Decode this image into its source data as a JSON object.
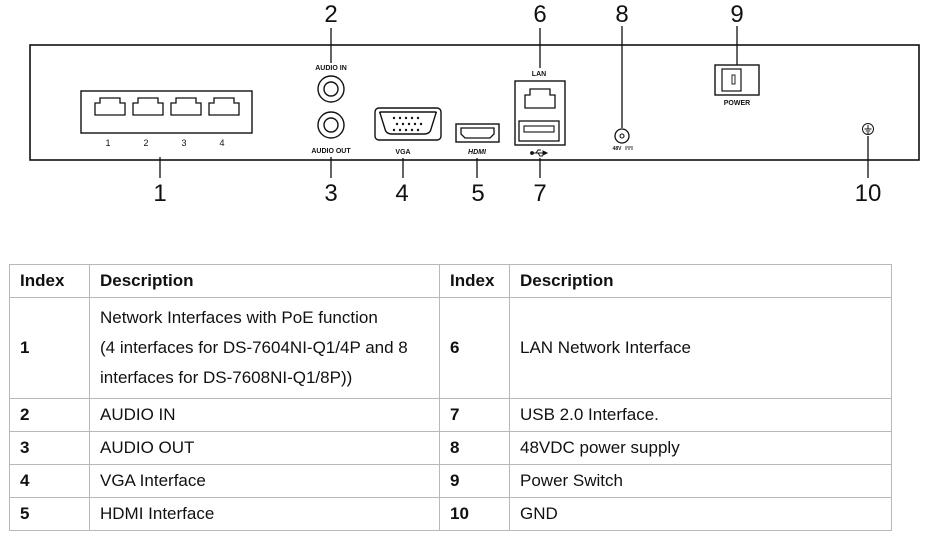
{
  "diagram": {
    "port_numbers": [
      "1",
      "2",
      "3",
      "4"
    ],
    "labels": {
      "audio_in": "AUDIO IN",
      "audio_out": "AUDIO OUT",
      "vga": "VGA",
      "hdmi": "HDMI",
      "lan": "LAN",
      "power": "POWER",
      "dc48v": "48V"
    },
    "callouts": {
      "c1": "1",
      "c2": "2",
      "c3": "3",
      "c4": "4",
      "c5": "5",
      "c6": "6",
      "c7": "7",
      "c8": "8",
      "c9": "9",
      "c10": "10"
    },
    "icons": [
      "ethernet-port-icon",
      "rca-jack-icon",
      "vga-connector-icon",
      "hdmi-connector-icon",
      "usb-port-icon",
      "usb-symbol-icon",
      "dc-jack-icon",
      "rocker-switch-icon",
      "ground-icon"
    ]
  },
  "table": {
    "headers": [
      "Index",
      "Description",
      "Index",
      "Description"
    ],
    "rows": [
      {
        "i1": "1",
        "d1": [
          "Network Interfaces with PoE function",
          "(4 interfaces for DS-7604NI-Q1/4P and 8",
          "interfaces for DS-7608NI-Q1/8P))"
        ],
        "i2": "6",
        "d2": "LAN Network Interface"
      },
      {
        "i1": "2",
        "d1": [
          "AUDIO IN"
        ],
        "i2": "7",
        "d2": "USB 2.0 Interface."
      },
      {
        "i1": "3",
        "d1": [
          "AUDIO OUT"
        ],
        "i2": "8",
        "d2": "48VDC power supply"
      },
      {
        "i1": "4",
        "d1": [
          "VGA Interface"
        ],
        "i2": "9",
        "d2": "Power Switch"
      },
      {
        "i1": "5",
        "d1": [
          "HDMI Interface"
        ],
        "i2": "10",
        "d2": "GND"
      }
    ]
  }
}
